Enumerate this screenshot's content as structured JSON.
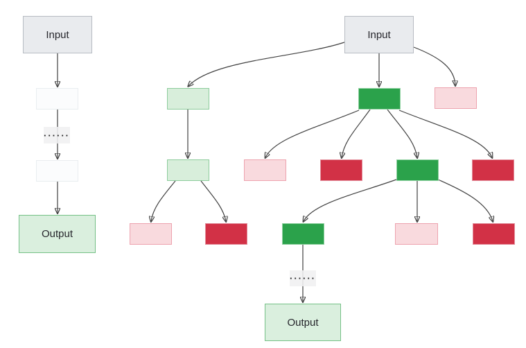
{
  "left_flow": {
    "input_label": "Input",
    "ellipsis": "······",
    "output_label": "Output",
    "nodes": [
      "blank",
      "ellipsis",
      "blank"
    ]
  },
  "right_tree": {
    "input_label": "Input",
    "level1": [
      "green-light",
      "green-dark",
      "pink"
    ],
    "level2": [
      "green-light",
      "pink",
      "red",
      "green-dark",
      "red"
    ],
    "level3": [
      "pink",
      "red",
      "green-dark",
      "pink",
      "red"
    ],
    "ellipsis": "······",
    "output_label": "Output"
  },
  "palette": {
    "gray_fill": "#e9ebee",
    "gray_border": "#b7bbc2",
    "blank_fill": "#fbfcfd",
    "blank_border": "#e9edf0",
    "green_light_fill": "#d8eedb",
    "green_light_border": "#8ccb9b",
    "green_dark_fill": "#2ba24b",
    "green_dark_border": "#90d1a1",
    "pink_fill": "#f9dade",
    "pink_border": "#eda2ae",
    "red_fill": "#d23146",
    "red_border": "#e28d9a",
    "output_fill": "#daefde",
    "output_border": "#74c085",
    "edge_color": "#404040",
    "ellipsis_bg": "#f0f0f1"
  }
}
